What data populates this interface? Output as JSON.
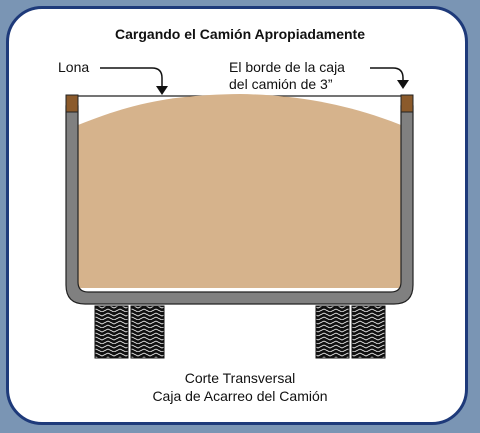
{
  "title": "Cargando el Camión Apropiadamente",
  "labels": {
    "tarp": "Lona",
    "edge_line1": "El borde de la caja",
    "edge_line2": "del camión de 3”"
  },
  "caption": {
    "line1": "Corte Transversal",
    "line2": "Caja de Acarreo del Camión"
  },
  "colors": {
    "background": "#7a95b4",
    "panel_border": "#1e3a7a",
    "load": "#d6b38c",
    "truck_bed": "#7f7f7f",
    "side_cap": "#8b5a2b",
    "tire": "#111111"
  }
}
